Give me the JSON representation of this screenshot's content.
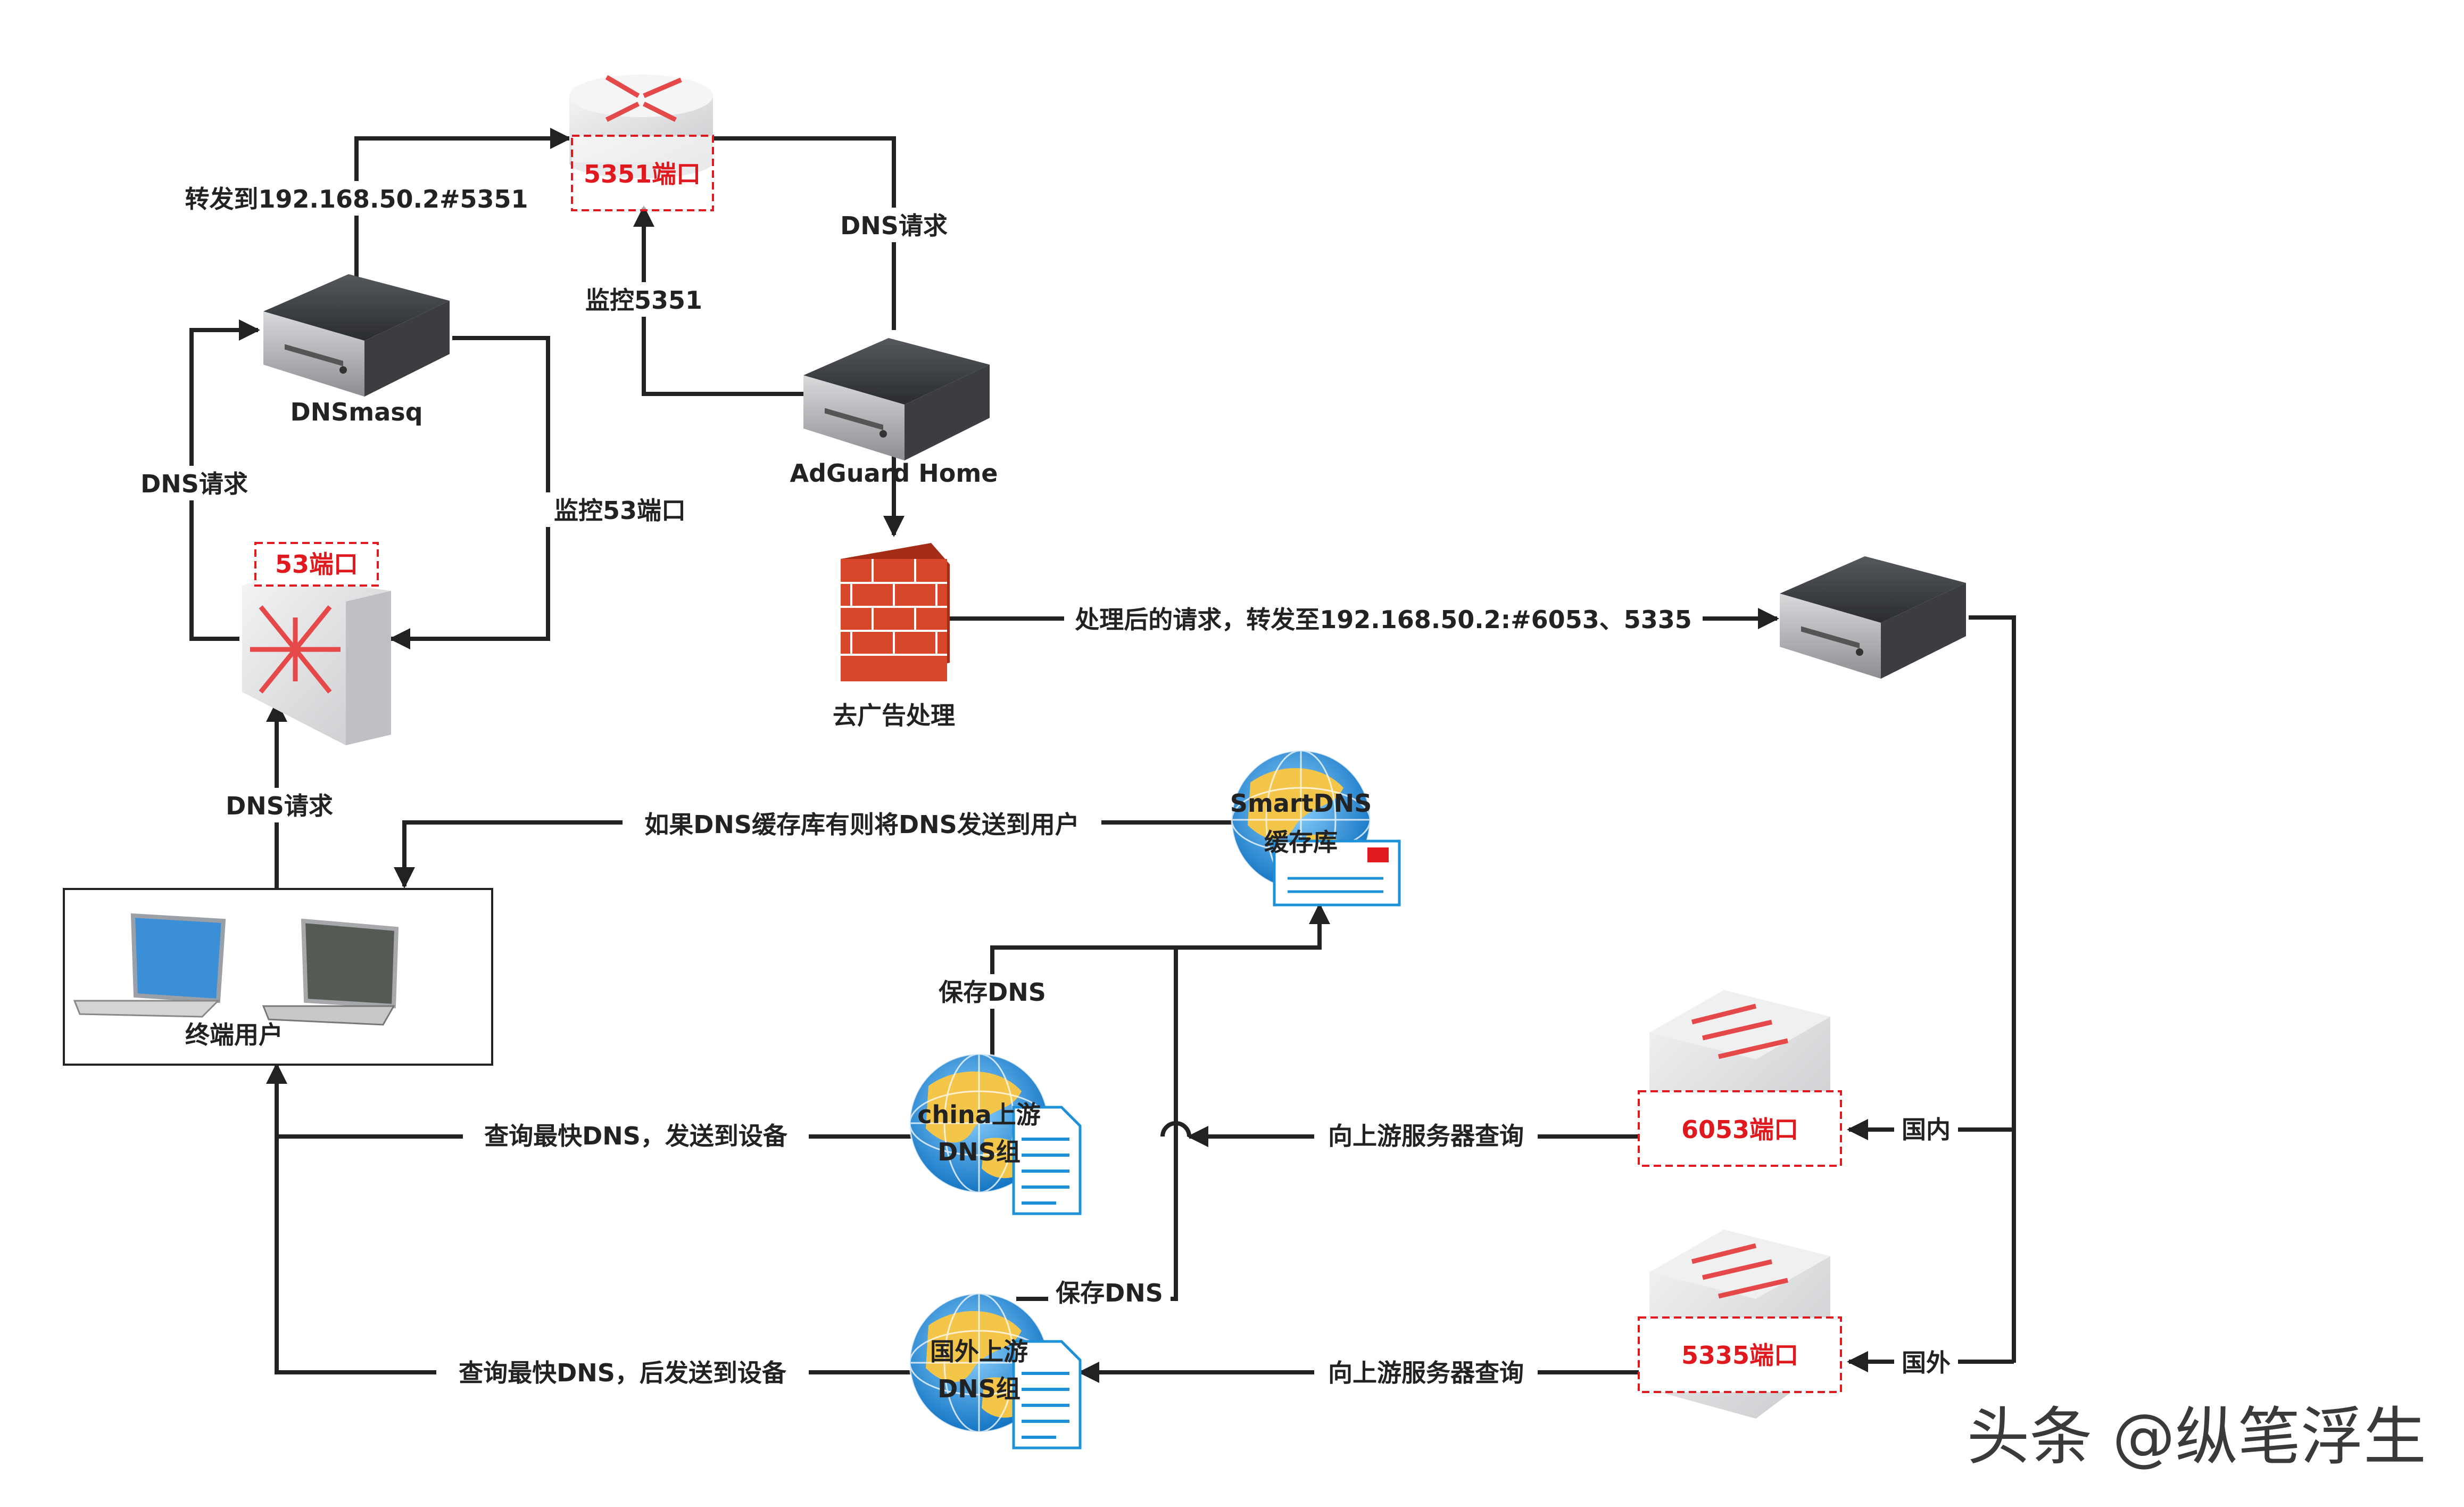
{
  "nodes": {
    "dnsmasq": {
      "label": "DNSmasq"
    },
    "router": {
      "port_label": "5351端口"
    },
    "adguard": {
      "label": "AdGuard Home"
    },
    "firewall": {
      "label": "去广告处理"
    },
    "switch53": {
      "port_label": "53端口"
    },
    "users": {
      "label": "终端用户"
    },
    "smartdns_cache": {
      "label_line1": "SmartDNS",
      "label_line2": "缓存库"
    },
    "china_group": {
      "label_line1": "china上游",
      "label_line2": "DNS组"
    },
    "foreign_group": {
      "label_line1": "国外上游",
      "label_line2": "DNS组"
    },
    "port6053": {
      "port_label": "6053端口"
    },
    "port5335": {
      "port_label": "5335端口"
    }
  },
  "edges": {
    "dnsmasq_to_router": "转发到192.168.50.2#5351",
    "router_to_adguard": "DNS请求",
    "adguard_to_router_monitor": "监控5351",
    "switch_to_dnsmasq": "DNS请求",
    "dnsmasq_monitor_53": "监控53端口",
    "users_to_switch": "DNS请求",
    "firewall_to_server": "处理后的请求，转发至192.168.50.2:#6053、5335",
    "cache_to_users": "如果DNS缓存库有则将DNS发送到用户",
    "china_save": "保存DNS",
    "foreign_save": "保存DNS",
    "china_to_users": "查询最快DNS，发送到设备",
    "foreign_to_users": "查询最快DNS，后发送到设备",
    "port6053_to_china": "向上游服务器查询",
    "port5335_to_foreign": "向上游服务器查询",
    "server_domestic": "国内",
    "server_foreign": "国外"
  },
  "watermark": "头条 @纵笔浮生",
  "colors": {
    "port_red": "#e0191f",
    "line": "#222222",
    "firewall_brick": "#d9472b",
    "server_dark": "#2e3033",
    "globe_blue": "#1e90d8",
    "globe_yellow": "#f3c64a"
  }
}
